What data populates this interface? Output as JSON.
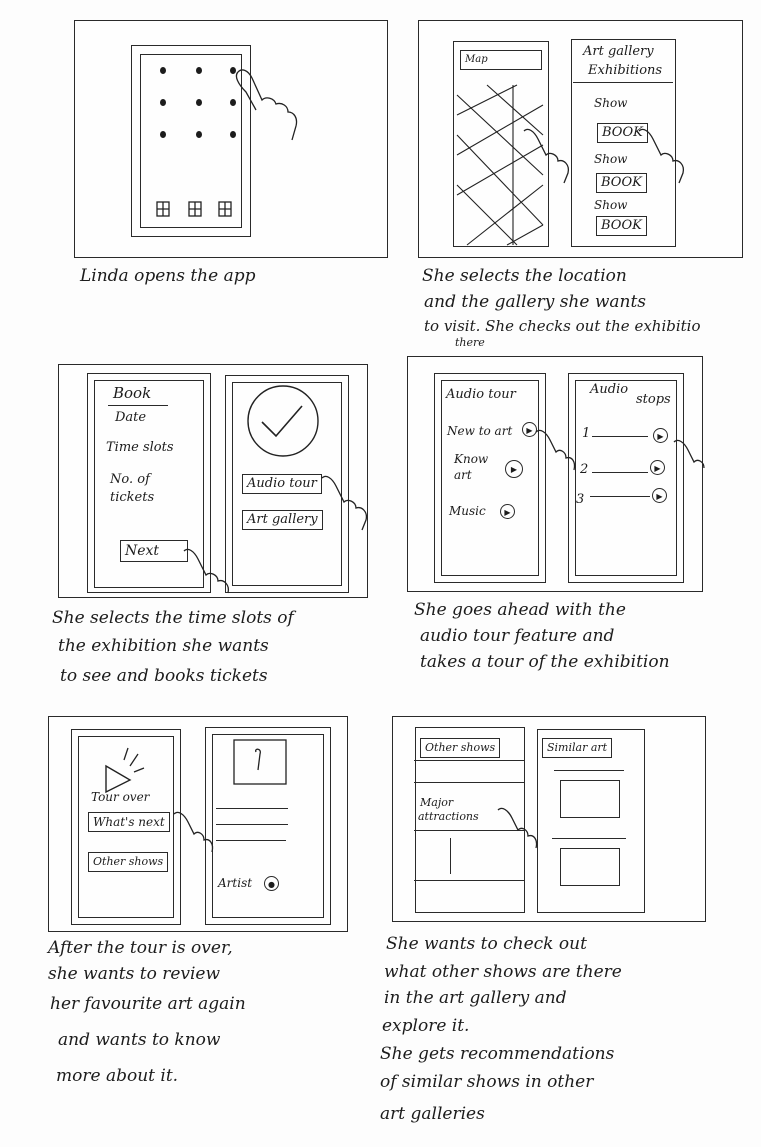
{
  "panel1": {
    "caption": "Linda   opens the app"
  },
  "panel2": {
    "map_label": "Map",
    "header": [
      "Art gallery",
      "Exhibitions"
    ],
    "items": [
      "Show",
      "BOOK",
      "Show",
      "BOOK",
      "Show",
      "BOOK"
    ],
    "caption": [
      "She selects the location",
      "and the gallery she wants",
      "to visit. She checks out the exhibitio",
      "there"
    ]
  },
  "panel3": {
    "title": "Book",
    "fields": [
      "Date",
      "Time slots",
      "No. of",
      "tickets"
    ],
    "next": "Next",
    "audio_tour": "Audio tour",
    "art_gallery": "Art gallery",
    "caption": [
      "She selects the time slots of",
      "the exhibition she wants",
      "to see and books tickets"
    ]
  },
  "panel4": {
    "left_title": "Audio tour",
    "items": [
      "New to art",
      "Know",
      "art",
      "Music"
    ],
    "right_title": [
      "Audio",
      "stops"
    ],
    "stops": [
      "1",
      "2",
      "3"
    ],
    "caption": [
      "She goes ahead with the",
      "audio tour feature and",
      "takes a tour of the exhibition"
    ]
  },
  "panel5": {
    "tour_over": "Tour over",
    "whats_next": "What's next",
    "other_shows": "Other shows",
    "artist": "Artist",
    "caption": [
      "After the tour is over,",
      "she wants to review",
      "her favourite art again",
      "and wants to know",
      "more about it."
    ]
  },
  "panel6": {
    "other_shows": "Other shows",
    "major": "Major",
    "attractions": "attractions",
    "similar": "Similar art",
    "caption": [
      "She wants to check out",
      "what other shows are there",
      "in the art  gallery  and",
      "explore it.",
      "She gets recommendations",
      "of similar shows in other",
      "art  galleries"
    ]
  }
}
